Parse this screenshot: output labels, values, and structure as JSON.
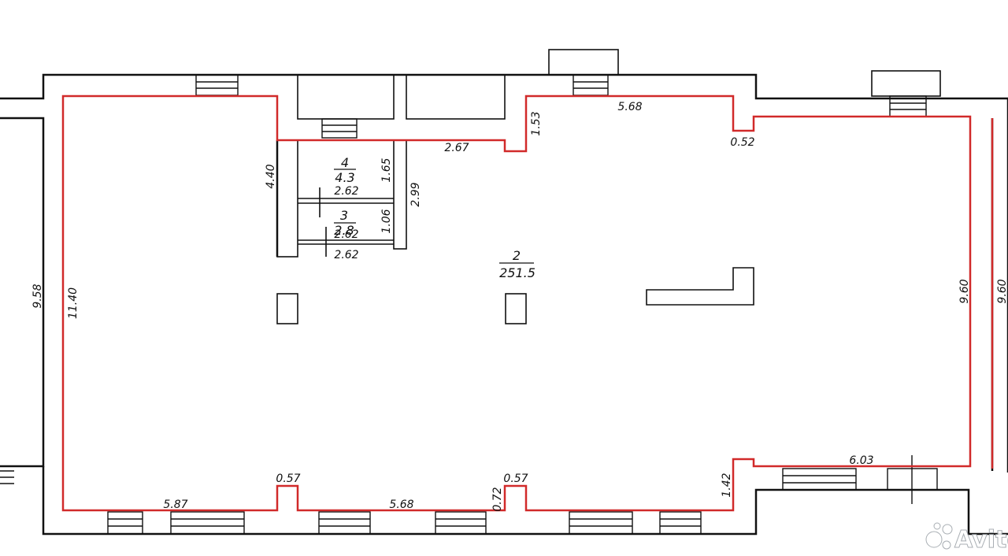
{
  "rooms": {
    "main": {
      "number": "2",
      "area": "251.5"
    },
    "room4": {
      "number": "4",
      "area": "4.3"
    },
    "room3": {
      "number": "3",
      "area": "2.8"
    }
  },
  "dimensions": {
    "left_outer": "9.58",
    "left_inner": "11.40",
    "top_step": "4.40",
    "top_mid": "2.67",
    "niche_side": "1.53",
    "top_right": "5.68",
    "right_step": "0.52",
    "right_inner": "9.60",
    "right_outer": "9.60",
    "room4_width": "2.62",
    "room4_height": "1.65",
    "room3_width": "2.62",
    "room3_width_b": "2.62",
    "room3_height": "1.06",
    "rooms_total_height": "2.99",
    "bottom_left": "5.87",
    "pillar1": "0.57",
    "bottom_mid": "5.68",
    "pillar2": "0.57",
    "pillar2_depth": "0.72",
    "bottom_right_step": "1.42",
    "bottom_right": "6.03"
  },
  "watermark": {
    "text": "Avito",
    "logo": "avito-logo-icon"
  }
}
